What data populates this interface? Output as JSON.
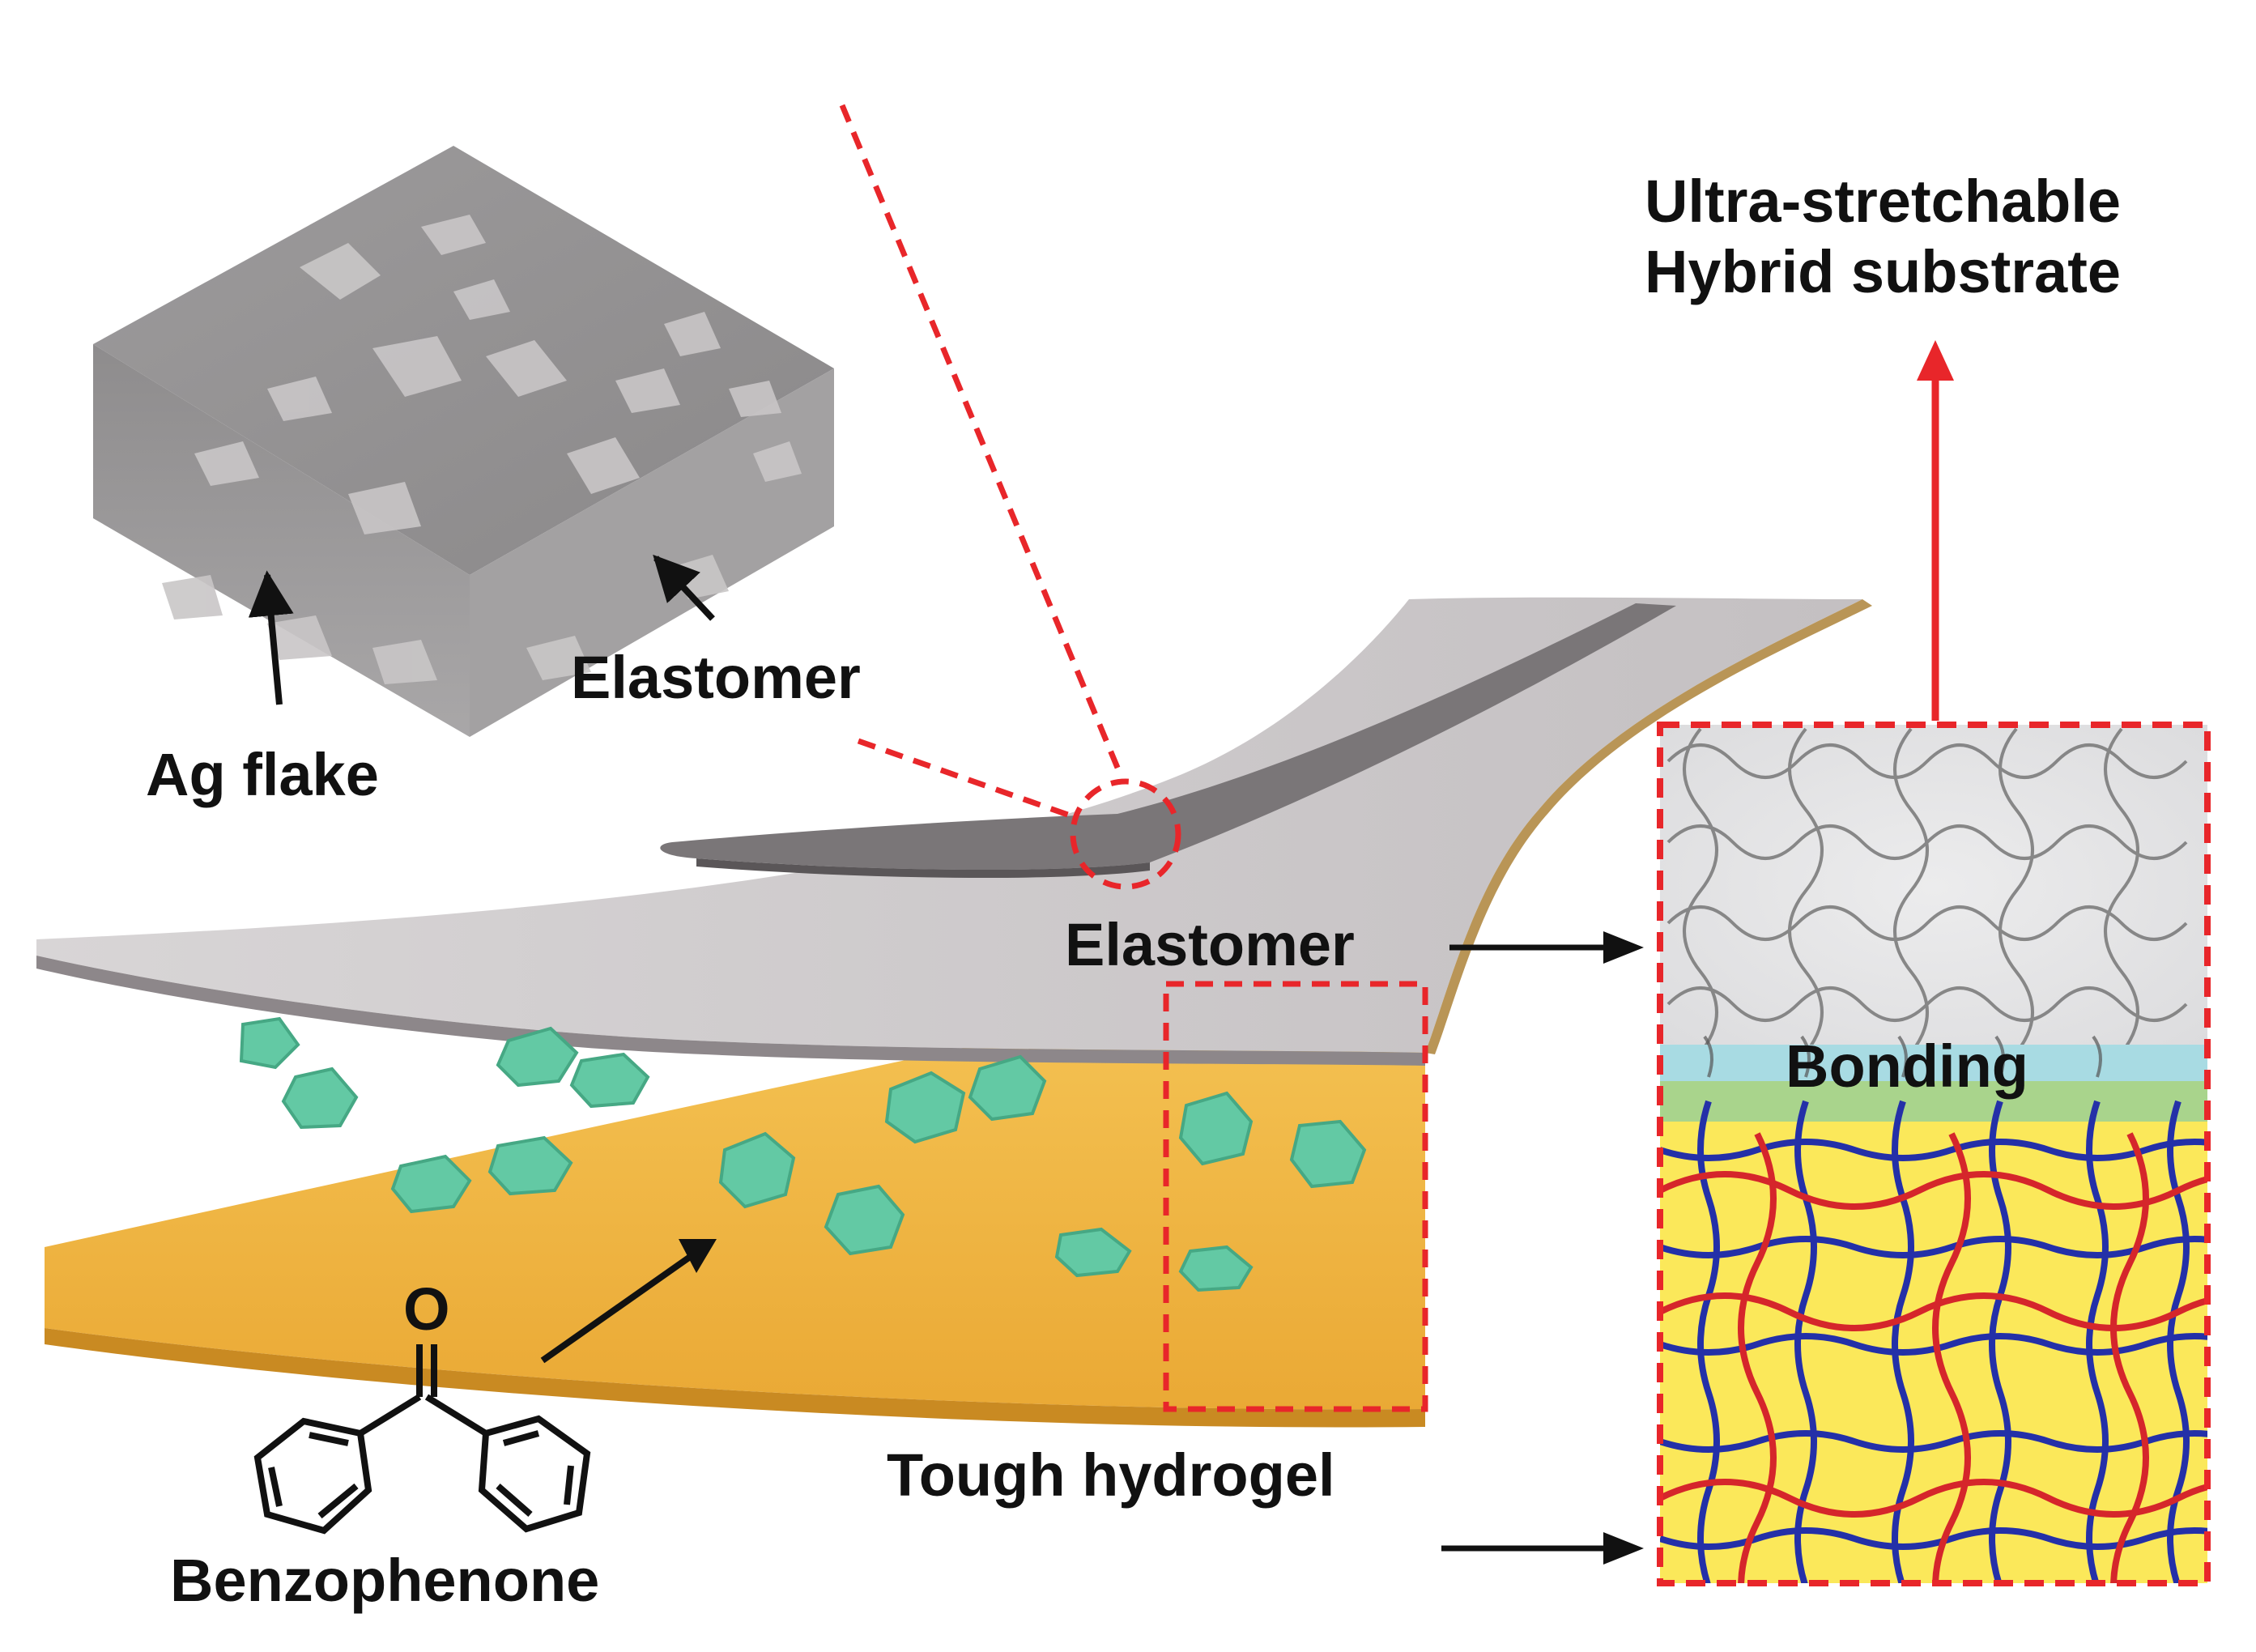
{
  "labels": {
    "title_line1": "Ultra-stretchable",
    "title_line2": "Hybrid substrate",
    "inset_elastomer": "Elastomer",
    "ag_flake": "Ag flake",
    "elastomer": "Elastomer",
    "bonding": "Bonding",
    "tough_hydrogel": "Tough hydrogel",
    "benzophenone": "Benzophenone",
    "oxygen_atom": "O"
  },
  "colors": {
    "elastomer_film": "#cfcbcd",
    "elastomer_edge": "#8d878a",
    "ag_electrode": "#7a7678",
    "hydrogel": "#f0b43e",
    "hydrogel_edge": "#c98a22",
    "benzophenone_molecule": "#63c9a4",
    "dashed_highlight": "#e8262a",
    "bonding_layer": "#a8dbe3",
    "bonding_gel": "#a9d48c",
    "hydrogel_fill": "#fbe85a",
    "network_blue": "#2430a8",
    "network_red": "#d5262b"
  }
}
